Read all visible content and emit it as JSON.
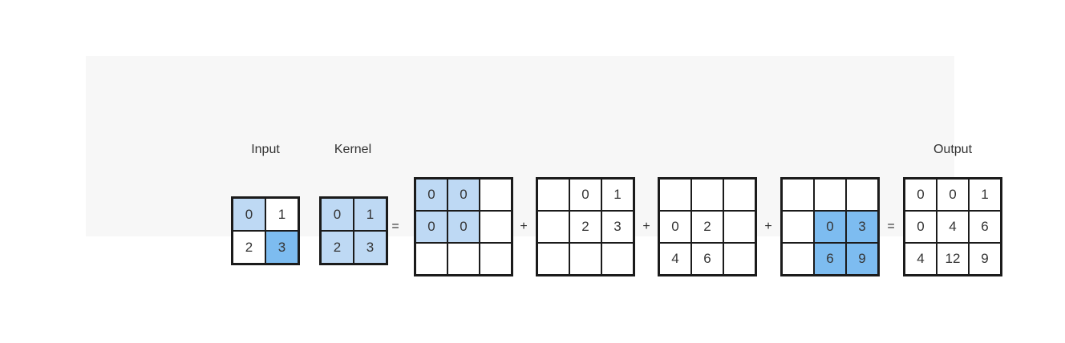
{
  "figure": {
    "labels": {
      "input": "Input",
      "kernel": "Kernel",
      "output": "Output"
    },
    "operators": [
      "=",
      "+",
      "+",
      "+",
      "="
    ]
  },
  "colors": {
    "panel_bg": "#f7f7f7",
    "highlight_light": "#bed9f4",
    "highlight_medium": "#7dbcf0",
    "grid_line": "#1b1b1b"
  },
  "grids": {
    "input": {
      "cells": [
        [
          "0",
          "1"
        ],
        [
          "2",
          "3"
        ]
      ],
      "shade": [
        [
          1,
          0
        ],
        [
          0,
          2
        ]
      ]
    },
    "kernel": {
      "cells": [
        [
          "0",
          "1"
        ],
        [
          "2",
          "3"
        ]
      ],
      "shade": [
        [
          1,
          1
        ],
        [
          1,
          1
        ]
      ]
    },
    "term1": {
      "cells": [
        [
          "0",
          "0",
          ""
        ],
        [
          "0",
          "0",
          ""
        ],
        [
          "",
          "",
          ""
        ]
      ],
      "shade": [
        [
          1,
          1,
          0
        ],
        [
          1,
          1,
          0
        ],
        [
          0,
          0,
          0
        ]
      ]
    },
    "term2": {
      "cells": [
        [
          "",
          "0",
          "1"
        ],
        [
          "",
          "2",
          "3"
        ],
        [
          "",
          "",
          ""
        ]
      ],
      "shade": [
        [
          0,
          0,
          0
        ],
        [
          0,
          0,
          0
        ],
        [
          0,
          0,
          0
        ]
      ]
    },
    "term3": {
      "cells": [
        [
          "",
          "",
          ""
        ],
        [
          "0",
          "2",
          ""
        ],
        [
          "4",
          "6",
          ""
        ]
      ],
      "shade": [
        [
          0,
          0,
          0
        ],
        [
          0,
          0,
          0
        ],
        [
          0,
          0,
          0
        ]
      ]
    },
    "term4": {
      "cells": [
        [
          "",
          "",
          ""
        ],
        [
          "",
          "0",
          "3"
        ],
        [
          "",
          "6",
          "9"
        ]
      ],
      "shade": [
        [
          0,
          0,
          0
        ],
        [
          0,
          2,
          2
        ],
        [
          0,
          2,
          2
        ]
      ]
    },
    "output": {
      "cells": [
        [
          "0",
          "0",
          "1"
        ],
        [
          "0",
          "4",
          "6"
        ],
        [
          "4",
          "12",
          "9"
        ]
      ],
      "shade": [
        [
          0,
          0,
          0
        ],
        [
          0,
          0,
          0
        ],
        [
          0,
          0,
          0
        ]
      ]
    }
  }
}
